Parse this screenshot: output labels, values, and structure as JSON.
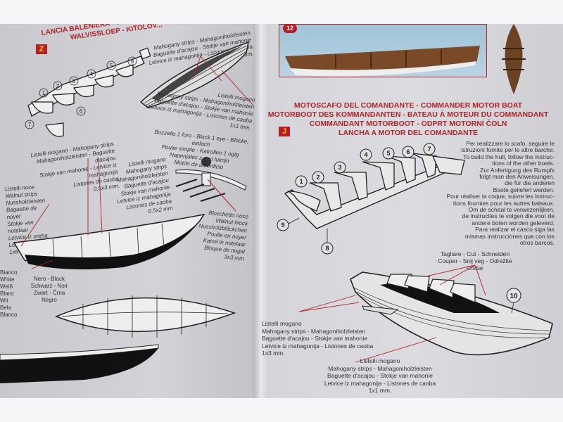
{
  "left_page": {
    "title_lines": [
      "LANCIA BALENIERA - WH...",
      "WALVISSLOEP - KITOLOV..."
    ],
    "badge": "Z",
    "part_numbers": [
      "1",
      "2",
      "3",
      "4",
      "5",
      "6",
      "7",
      "8"
    ],
    "label_top": [
      "Mahogany strips - Mahagoniholzleisten",
      "Baguette d'acajou - Stokje van mahonie",
      "Letvice iz mahagonija - Listones de caoba",
      "1x3 mm."
    ],
    "label_hull": [
      "Listelli mogano",
      "Mahogany strips - Mahagoniholzleisten",
      "Baguette d'acajou - Stokje van mahonie",
      "Letvice iz mahagonija - Listones de caoba",
      "1x1 mm."
    ],
    "label_block": [
      "Bozzello 1 foro - Block 1 eye - Blöcke, einfach",
      "Poulie simple - Katrollen 1 ogig",
      "Napenjalec z eno luknjo",
      "Motón de un orificio"
    ],
    "label_strips_05x3": [
      "Listelli mogano - Mahogany strips",
      "Mahagoniholzleisten - Baguette d'acajou",
      "Stokje van mahonie - Letvice iz mahagonija",
      "Listones de caoba",
      "0,5x3 mm."
    ],
    "label_strips_05x2": [
      "Listelli mogano",
      "Mahogany strips",
      "Mahagoniholzleisten",
      "Baguette d'acajou",
      "Stokje van mahonie",
      "Letvice iz mahagonija",
      "Listones de caoba",
      "0,5x2 mm"
    ],
    "label_walnut": [
      "Listelli noce",
      "Walnut strips",
      "Nussholzleisten",
      "Baguette de noyer",
      "Stokje van notelaar",
      "Letvice iz oreha",
      "Listones de nogal",
      "1x6 mm"
    ],
    "label_walnut_block": [
      "Blocchetto noce",
      "Walnut block",
      "Nussholzblöckchen",
      "Poulie en noyer",
      "Katrol in notelaar",
      "Bloque de nogal",
      "3x3 mm"
    ],
    "label_white": [
      "Bianco",
      "White",
      "Weiß",
      "Blanc",
      "Wit",
      "Bela",
      "Blanco"
    ],
    "label_black": [
      "Nero - Black",
      "Schwarz - Noir",
      "Zwart - Črna",
      "Negro"
    ]
  },
  "right_page": {
    "photo_number": "12",
    "title_lines": [
      "MOTOSCAFO DEL COMANDANTE - COMMANDER MOTOR BOAT",
      "MOTORBOOT DES KOMMANDANTEN - BATEAU À MOTEUR DU COMMANDANT",
      "COMMANDANT MOTORBOOT - ODPRT MOTORNI ČOLN",
      "LANCHA A MOTOR DEL COMANDANTE"
    ],
    "badge": "J",
    "part_numbers": [
      "1",
      "2",
      "3",
      "4",
      "5",
      "6",
      "7",
      "8",
      "9",
      "10"
    ],
    "instructions": [
      "Per realizzare lo scafo, seguire le",
      "istruzioni fornite per le altre barche.",
      "To build the hull, follow the instruc-",
      "tions of the other boats.",
      "Zur Anfertigung des Rumpfs",
      "folgt man den Anweisungen,",
      "die für die anderen",
      "Boote geliefert werden.",
      "Pour réaliser la coque, suivre les instruc-",
      "tions fournies pour les autres bateaux.",
      "Om de schaal te verwezenlijken,",
      "de instructies te volgen die voor de",
      "andere boten worden geleverd.",
      "Para realizar el casco siga las",
      "mismas instrucciones que con los",
      "otros barcos."
    ],
    "label_cut": [
      "Tagliare - Cut - Schneiden",
      "Couper - Snij veg - Odrežite",
      "Cortar"
    ],
    "label_strips_1x3": [
      "Listelli mogano",
      "Mahogany strips - Mahagoniholzleisten",
      "Baguette d'acajou - Stokje van mahonie",
      "Letvice iz mahagonija - Listones de caoba",
      "1x3 mm."
    ],
    "label_strips_1x1": [
      "Listelli mogano",
      "Mahogany strips - Mahagoniholzleisten",
      "Baguette d'acajou - Stokje van mahonie",
      "Letvice iz mahagonija - Listones de caoba",
      "1x1 mm."
    ]
  },
  "colors": {
    "accent_red": "#b0242a",
    "badge_yellow": "#f2d21a"
  }
}
